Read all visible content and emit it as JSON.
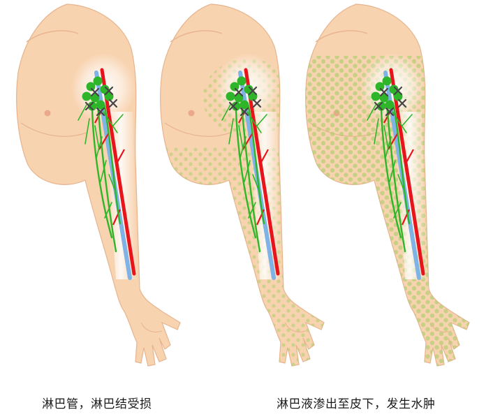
{
  "captions": {
    "left": "淋巴管，淋巴结受损",
    "right": "淋巴液渗出至皮下，发生水肿"
  },
  "colors": {
    "skin": "#f8d3b0",
    "skin_outline": "#e7b48f",
    "artery": "#e8141b",
    "vein": "#7fb3e6",
    "lymph": "#2fb52a",
    "edema_dots": "#a9cf6a",
    "damage_mark": "#444444"
  },
  "panels": [
    {
      "stage": "damage"
    },
    {
      "stage": "early-edema"
    },
    {
      "stage": "severe-edema"
    }
  ]
}
